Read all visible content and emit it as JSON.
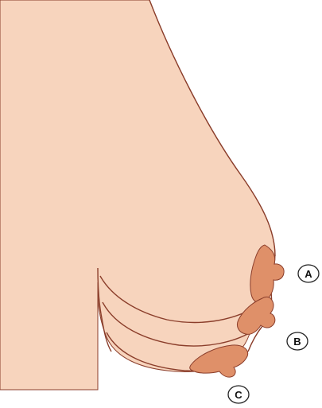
{
  "colors": {
    "skin": "#f7d4bd",
    "outline": "#8b3e2b",
    "areola": "#df9069",
    "background": "#ffffff",
    "label_stroke": "#222222",
    "label_text": "#111111"
  },
  "labels": {
    "a": "A",
    "b": "B",
    "c": "C"
  }
}
